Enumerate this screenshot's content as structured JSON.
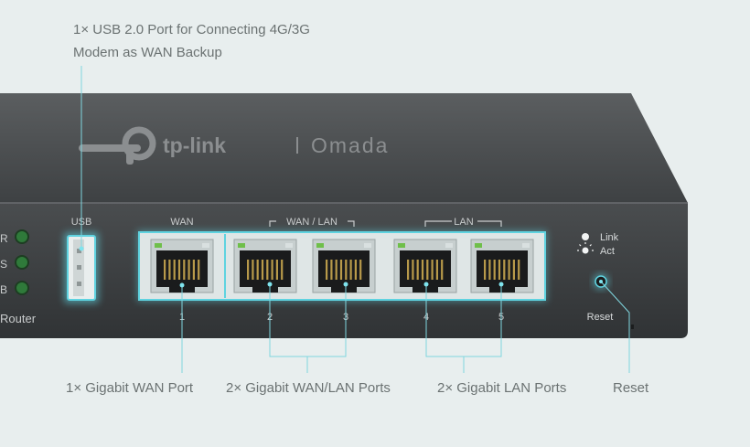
{
  "callouts": {
    "usb_line1": "1× USB 2.0 Port for Connecting 4G/3G",
    "usb_line2": "Modem as WAN Backup",
    "wan": "1× Gigabit WAN Port",
    "wan_lan": "2× Gigabit WAN/LAN Ports",
    "lan": "2× Gigabit LAN Ports",
    "reset": "Reset"
  },
  "device": {
    "brand": "tp-link",
    "product_line": "Omada",
    "left_edge_text": "Router",
    "led_letters": [
      "R",
      "S",
      "B"
    ],
    "usb_label": "USB",
    "wan_label": "WAN",
    "wan_lan_group_label": "WAN / LAN",
    "lan_group_label": "LAN",
    "port_numbers": [
      "1",
      "2",
      "3",
      "4",
      "5"
    ],
    "legend_link": "Link",
    "legend_act": "Act",
    "reset_label": "Reset"
  },
  "colors": {
    "background": "#e8eeee",
    "chassis": "#3d4042",
    "highlight_cyan": "#5fd3e0",
    "callout_text": "#6b7272",
    "led_green": "#2f7a3a"
  }
}
